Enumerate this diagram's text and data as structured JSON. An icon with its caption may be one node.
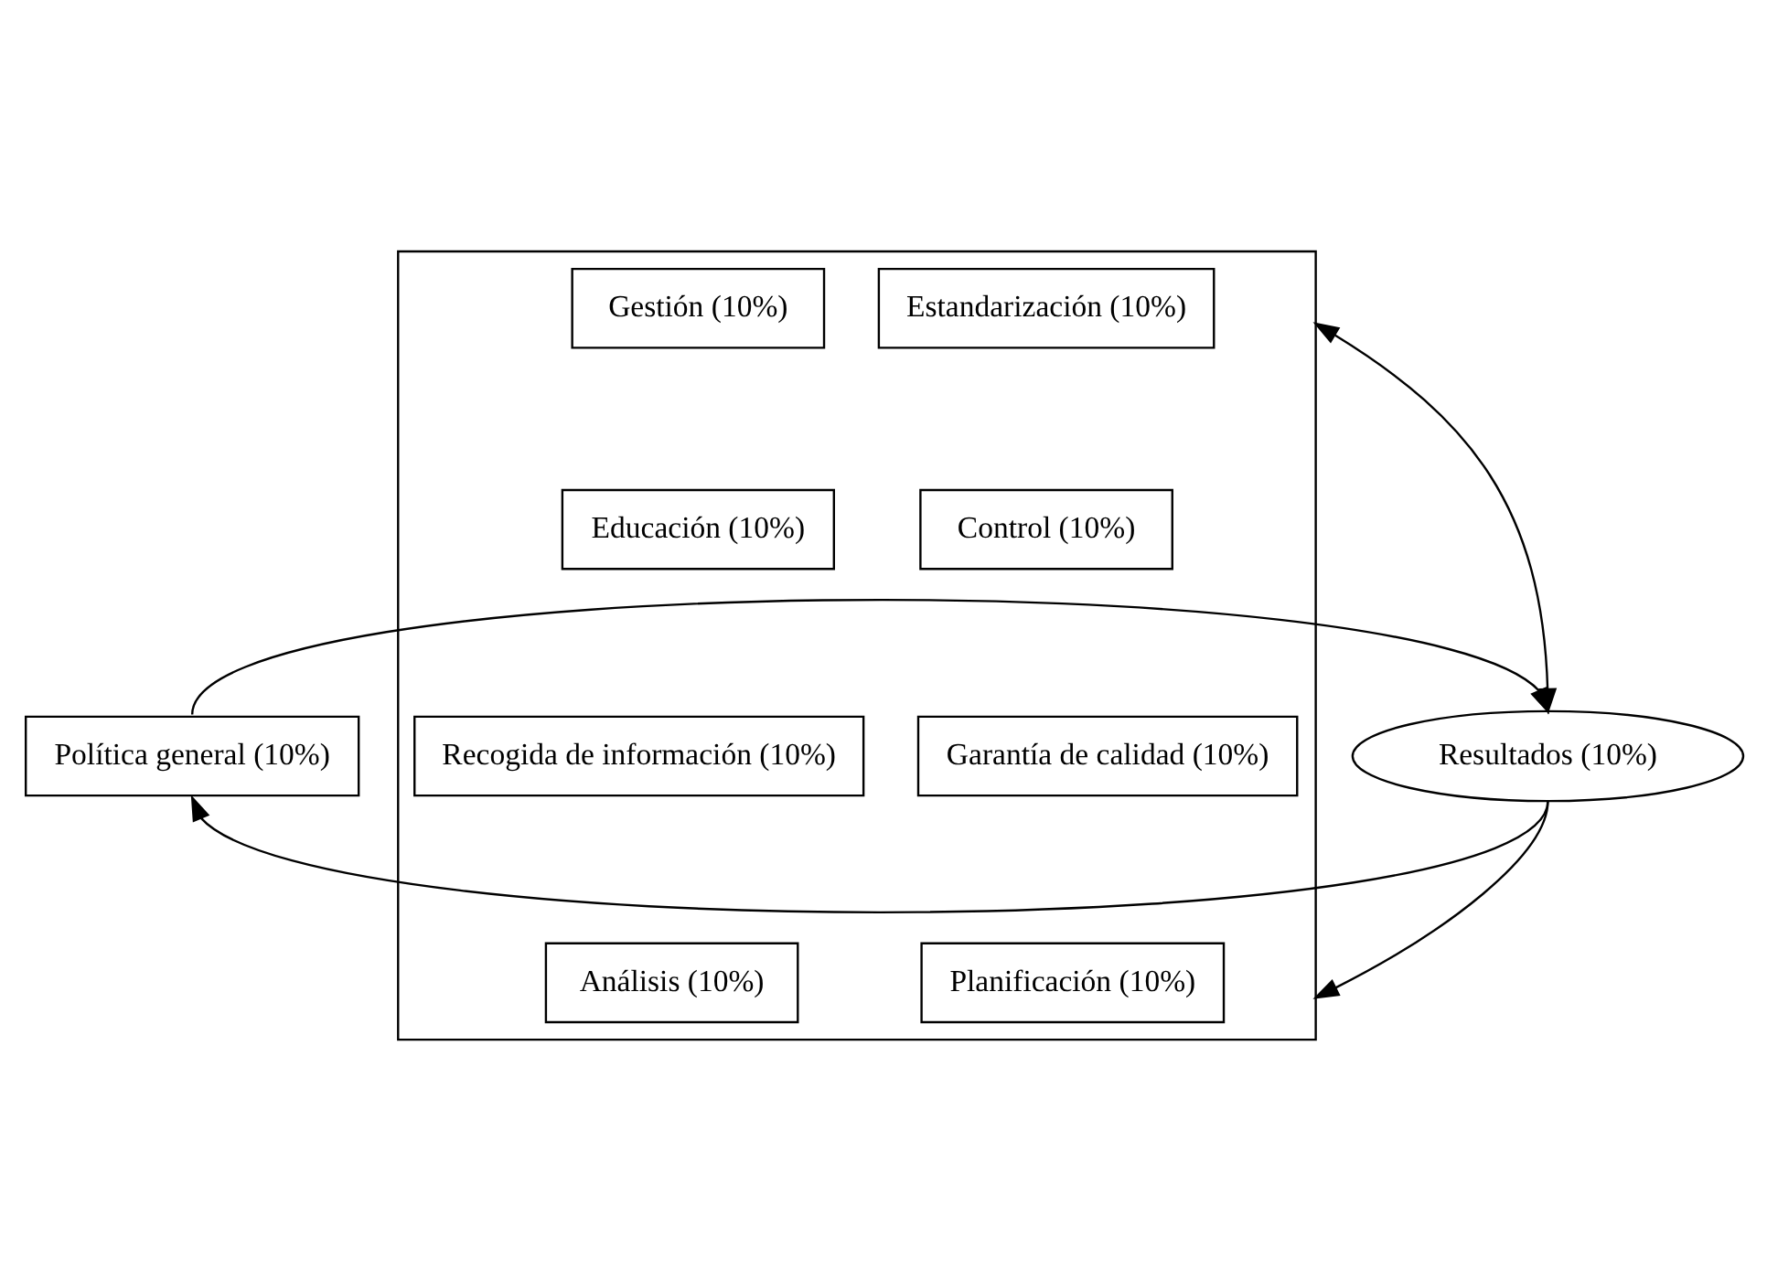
{
  "diagram": {
    "nodes": [
      {
        "text": [
          "Política general (10%)"
        ]
      },
      {
        "text": [],
        "shape": "box"
      },
      {
        "text": [
          "Gestión (10%)"
        ],
        "in": 1
      },
      {
        "text": [
          "Estandarización (10%)"
        ],
        "in": 1
      },
      {
        "text": [
          "Educación (10%)"
        ],
        "in": 1
      },
      {
        "text": [
          "Control (10%)"
        ],
        "in": 1
      },
      {
        "text": [
          "Recogida de información (10%)"
        ],
        "in": 1
      },
      {
        "text": [
          "Garantía de calidad (10%)"
        ],
        "in": 1
      },
      {
        "text": [
          "Análisis (10%)"
        ],
        "in": 1
      },
      {
        "text": [
          "Planificación (10%)"
        ],
        "in": 1
      },
      {
        "text": [
          "Resultados (10%)"
        ]
      }
    ],
    "edges": [
      {
        "from": 0,
        "to": 10,
        "arrow": "to"
      },
      {
        "from": 1,
        "to": 10,
        "arrow": "both"
      },
      {
        "from": 10,
        "to": 1,
        "arrow": "to"
      },
      {
        "from": 10,
        "to": 0,
        "arrow": "to"
      }
    ]
  }
}
